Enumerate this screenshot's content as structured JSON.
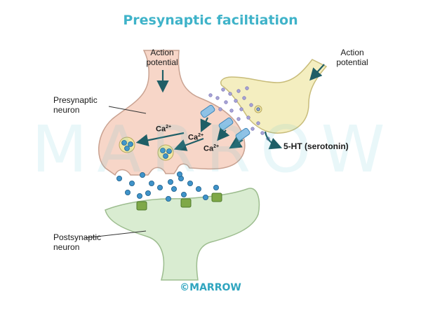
{
  "title": "Presynaptic faciltiation",
  "labels": {
    "action_potential_left": [
      "Action",
      "potential"
    ],
    "action_potential_right": [
      "Action",
      "potential"
    ],
    "presynaptic_neuron": [
      "Presynaptic",
      "neuron"
    ],
    "postsynaptic_neuron": [
      "Postsynaptic",
      "neuron"
    ],
    "serotonin": "5-HT (serotonin)",
    "calcium": "Ca",
    "calcium_charge": "2+"
  },
  "watermark": "MARROW",
  "copyright": "©MARROW",
  "colors": {
    "title": "#3fb3c9",
    "presynaptic_fill": "#f7d6c8",
    "presynaptic_stroke": "#c9a291",
    "axon_terminal_fill": "#f4eec0",
    "axon_terminal_stroke": "#c8bc7a",
    "postsynaptic_fill": "#d9ecd1",
    "postsynaptic_stroke": "#9dbd8f",
    "arrow": "#1f5e66",
    "vesicle_fill": "#f3e7a3",
    "transmitter": "#3f93c9",
    "serotonin_dot": "#a7a3d6",
    "channel": "#8fc2e6",
    "receptor": "#7fa848",
    "watermark": "#5fc3d6",
    "copyright": "#2fa5bf"
  }
}
